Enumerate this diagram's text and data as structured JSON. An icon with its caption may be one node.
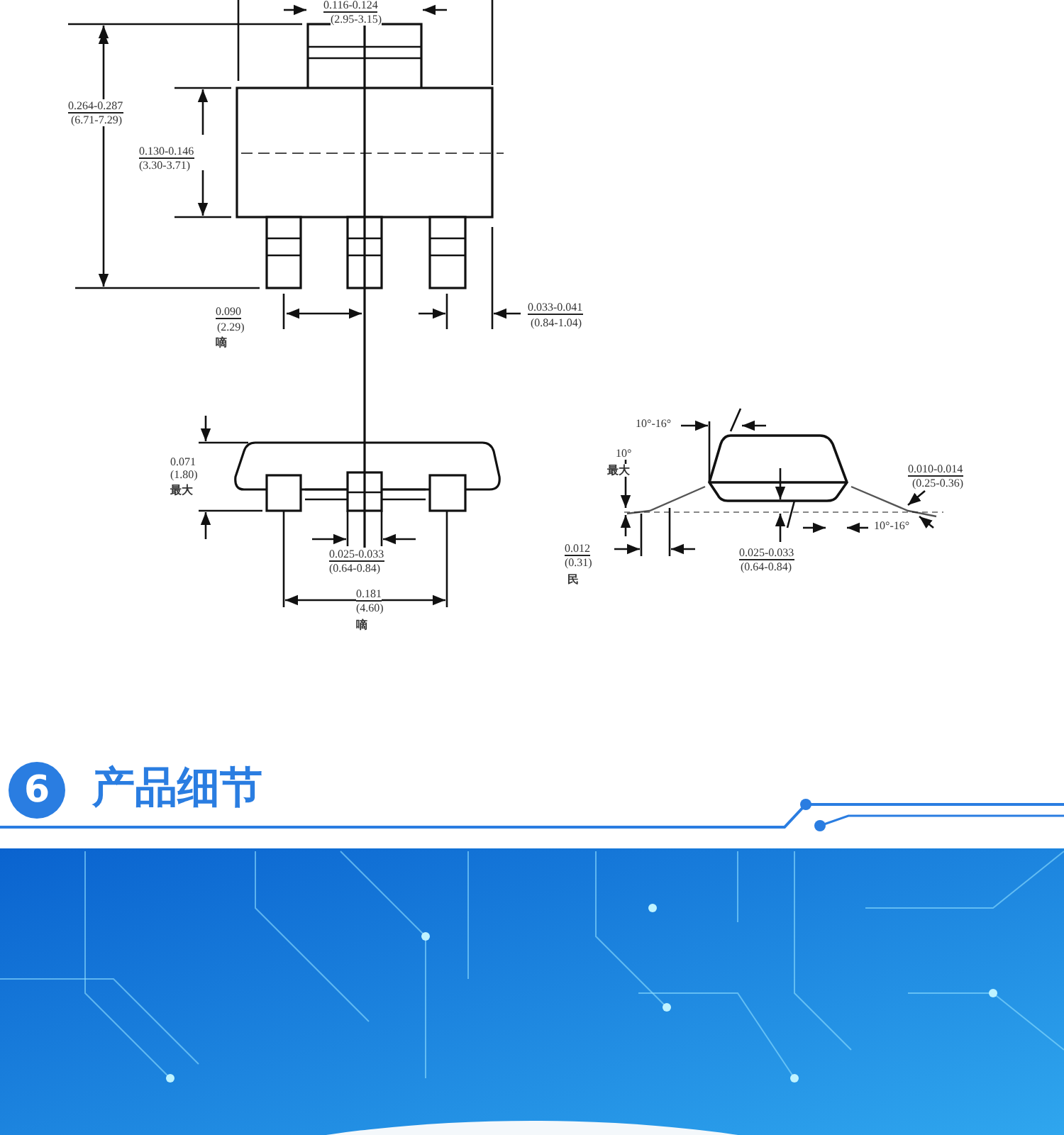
{
  "diagram": {
    "title": "产品细节",
    "labels": [
      "0.116-0.124",
      "(2.95-3.15)",
      "0.264-0.287",
      "(6.71-7.29)",
      "0.130-0.146",
      "(3.30-3.71)",
      "0.090",
      "(2.29)",
      "嘀",
      "0.033-0.041",
      "(0.84-1.04)",
      "0.071",
      "(1.80)",
      "最大",
      "0.025-0.033",
      "(0.64-0.84)",
      "0.181",
      "(4.60)",
      "嘀",
      "10°-16°",
      "10°",
      "最大",
      "0.012",
      "(0.31)",
      "民",
      "0.010-0.014",
      "(0.25-0.36)",
      "0.025-0.033",
      "(0.64-0.84)",
      "10°-16°",
      "6"
    ]
  }
}
